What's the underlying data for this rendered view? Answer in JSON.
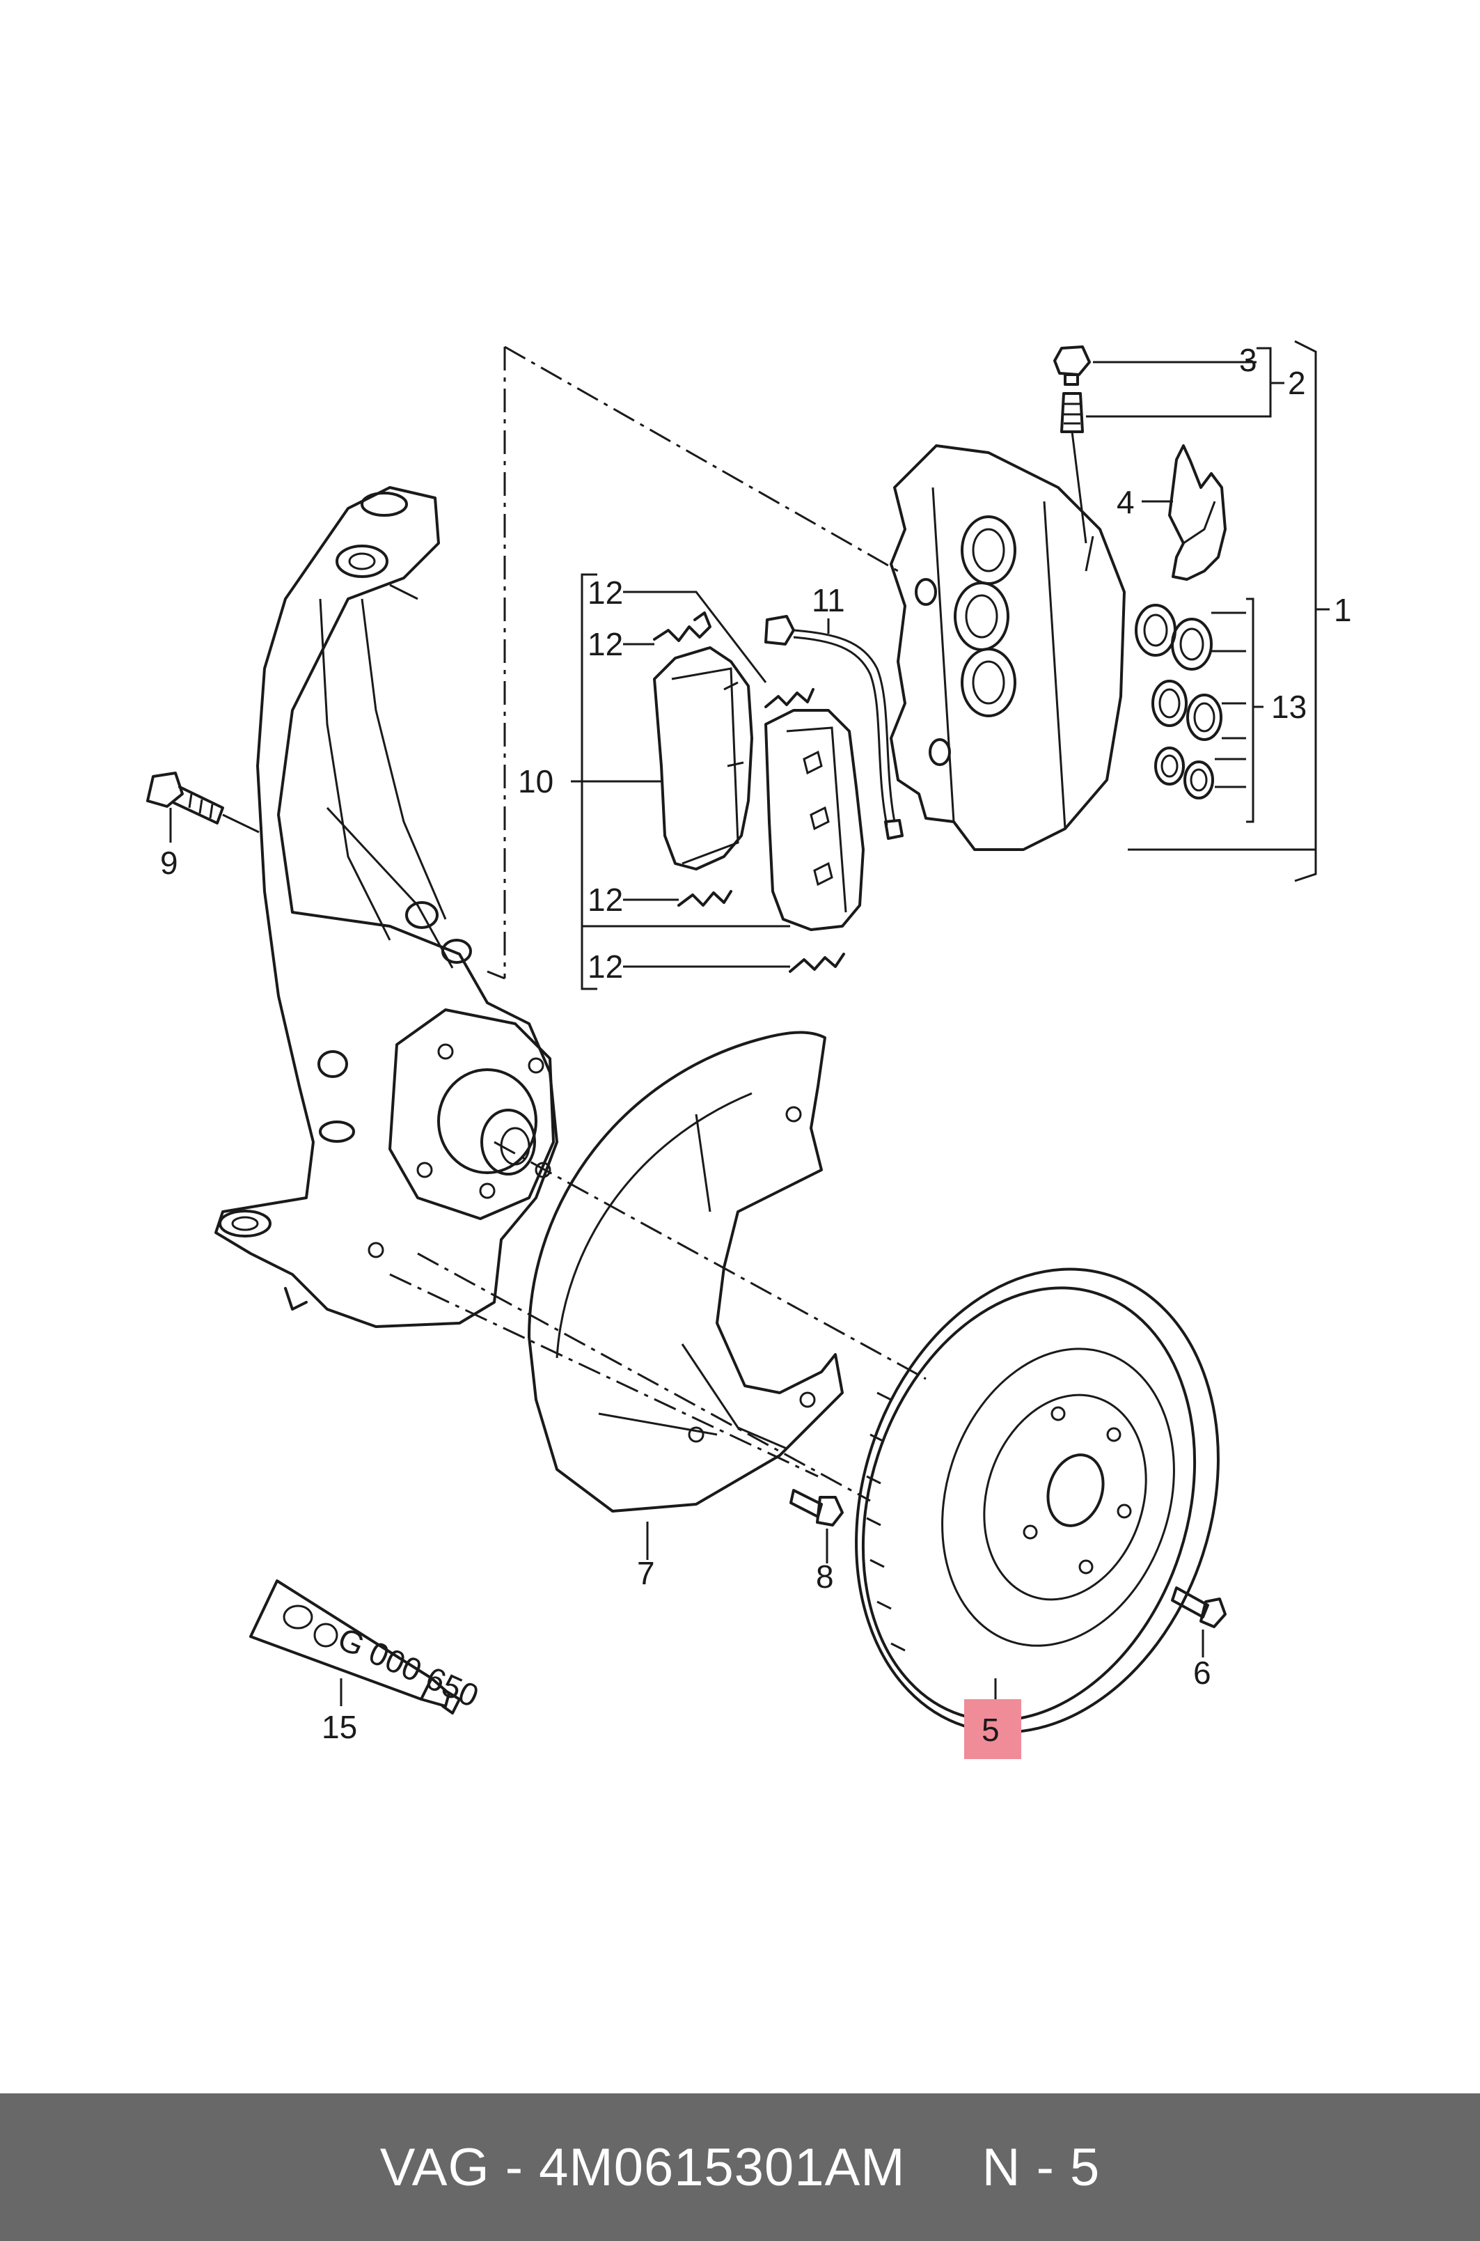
{
  "callouts": {
    "c1": "1",
    "c2": "2",
    "c3": "3",
    "c4": "4",
    "c5": "5",
    "c6": "6",
    "c7": "7",
    "c8": "8",
    "c9": "9",
    "c10": "10",
    "c11": "11",
    "c12a": "12",
    "c12b": "12",
    "c12c": "12",
    "c12d": "12",
    "c13": "13",
    "c15": "15"
  },
  "tube_label": "G 000 650",
  "highlighted_callout": "5",
  "colors": {
    "highlight": "#f08c98",
    "footer_bg": "#686868",
    "footer_text": "#ffffff"
  },
  "footer": {
    "part_number": "VAG - 4M0615301AM",
    "position": "N - 5"
  }
}
